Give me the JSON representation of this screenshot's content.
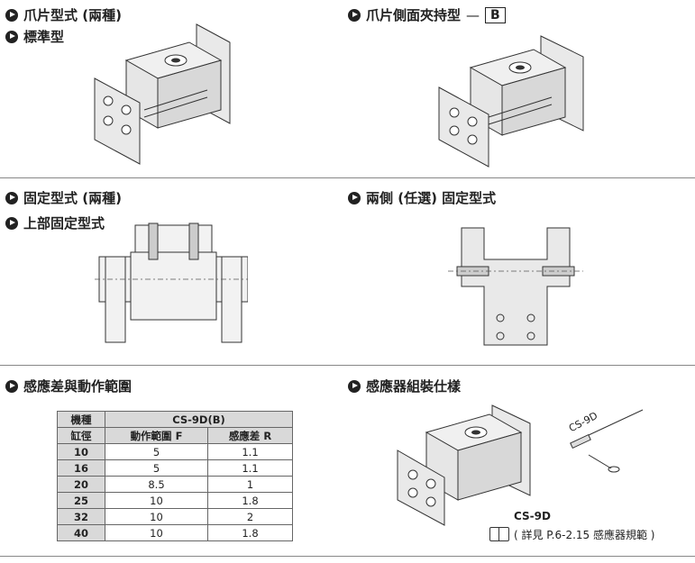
{
  "sections": {
    "s1_title": "爪片型式 (兩種)",
    "s1_sub": "標準型",
    "s2_title": "爪片側面夾持型",
    "s2_badge": "B",
    "s3_title": "固定型式 (兩種)",
    "s3_sub": "上部固定型式",
    "s4_title": "兩側 (任選) 固定型式",
    "s5_title": "感應差與動作範圍",
    "s6_title": "感應器組裝仕樣"
  },
  "table": {
    "h_model": "機種",
    "h_model_val": "CS-9D(B)",
    "h_bore": "缸徑",
    "h_range": "動作範圍 F",
    "h_diff": "感應差 R",
    "rows": [
      {
        "bore": "10",
        "range": "5",
        "diff": "1.1"
      },
      {
        "bore": "16",
        "range": "5",
        "diff": "1.1"
      },
      {
        "bore": "20",
        "range": "8.5",
        "diff": "1"
      },
      {
        "bore": "25",
        "range": "10",
        "diff": "1.8"
      },
      {
        "bore": "32",
        "range": "10",
        "diff": "2"
      },
      {
        "bore": "40",
        "range": "10",
        "diff": "1.8"
      }
    ]
  },
  "sensor": {
    "label_tag": "CS-9D",
    "label_bottom": "CS-9D",
    "note": "( 詳見 P.6-2.15 感應器規範 )"
  }
}
